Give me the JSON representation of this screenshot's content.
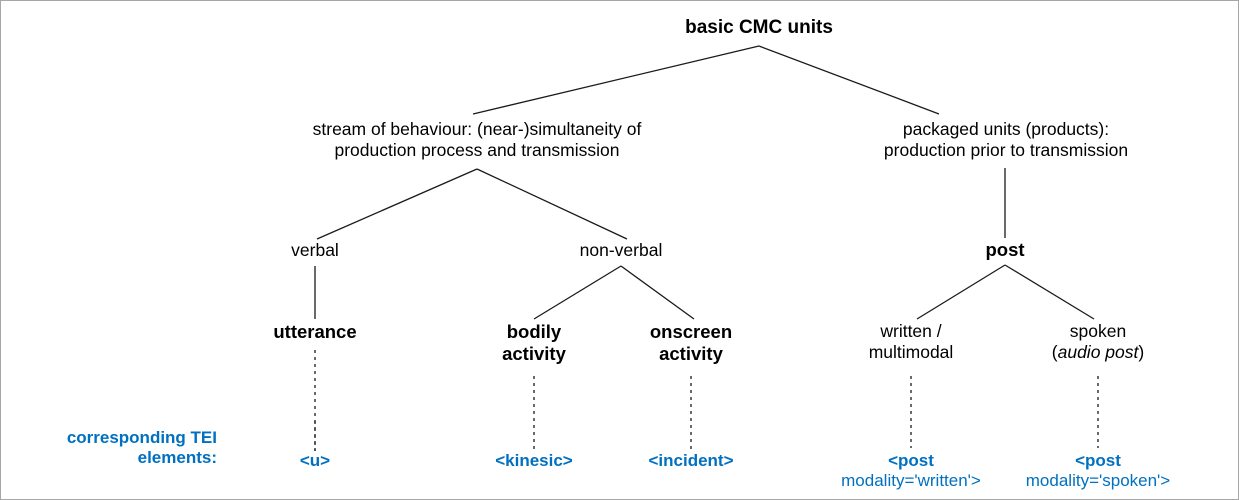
{
  "diagram": {
    "title": "basic CMC units",
    "border_color": "#a6a6a6",
    "background_color": "#ffffff",
    "text_color": "#000000",
    "accent_color": "#0070c0",
    "nodes": {
      "root": "basic CMC units",
      "level2_left": "stream of behaviour: (near-)simultaneity of\nproduction process and transmission",
      "level2_right": "packaged units (products):\nproduction prior to transmission",
      "level3_verbal": "verbal",
      "level3_nonverbal": "non-verbal",
      "level3_post": "post",
      "level4_utterance": "utterance",
      "level4_bodily": "bodily\nactivity",
      "level4_onscreen": "onscreen\nactivity",
      "level4_written_line1": "written /",
      "level4_written_line2": "multimodal",
      "level4_spoken_line1": "spoken",
      "level4_spoken_line2_open": "(",
      "level4_spoken_line2_italic": "audio post",
      "level4_spoken_line2_close": ")"
    },
    "tei": {
      "caption": "corresponding TEI\nelements:",
      "utterance": "<u>",
      "kinesic": "<kinesic>",
      "incident": "<incident>",
      "post_written_tag": "<post",
      "post_written_attr": "modality='written'>",
      "post_spoken_tag": "<post",
      "post_spoken_attr": "modality='spoken'>"
    }
  }
}
